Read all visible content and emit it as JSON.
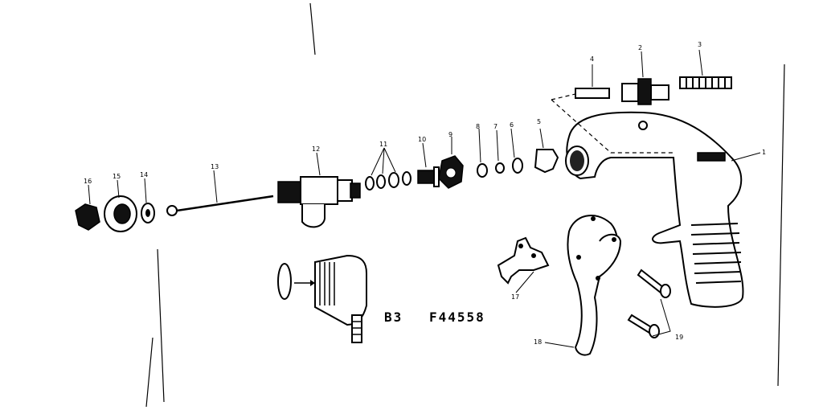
{
  "diagram": {
    "part_labels": [
      "1",
      "2",
      "3",
      "4",
      "5",
      "6",
      "7",
      "8",
      "9",
      "10",
      "11",
      "12",
      "13",
      "14",
      "15",
      "16",
      "17",
      "18",
      "19"
    ],
    "drawing_code": "B3",
    "drawing_number": "F44558"
  }
}
